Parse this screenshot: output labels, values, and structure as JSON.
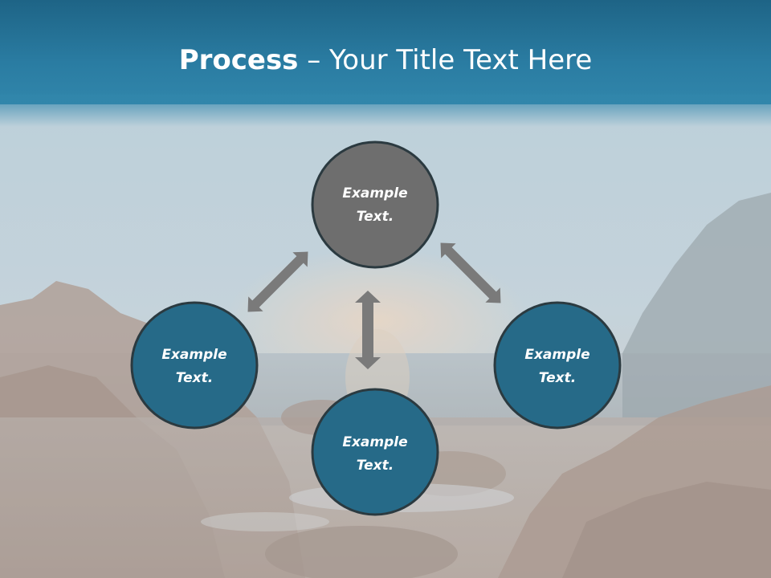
{
  "title": {
    "bold": "Process",
    "rest": " – Your Title Text Here"
  },
  "nodes": {
    "top": {
      "line1": "Example",
      "line2": "Text."
    },
    "left": {
      "line1": "Example",
      "line2": "Text."
    },
    "right": {
      "line1": "Example",
      "line2": "Text."
    },
    "bottom": {
      "line1": "Example",
      "line2": "Text."
    }
  },
  "colors": {
    "title_band": "#2a7ca2",
    "node_blue": "#266a88",
    "node_gray": "#6e6e6e",
    "node_border": "#2b3a40",
    "arrow": "#7a7a7a"
  }
}
